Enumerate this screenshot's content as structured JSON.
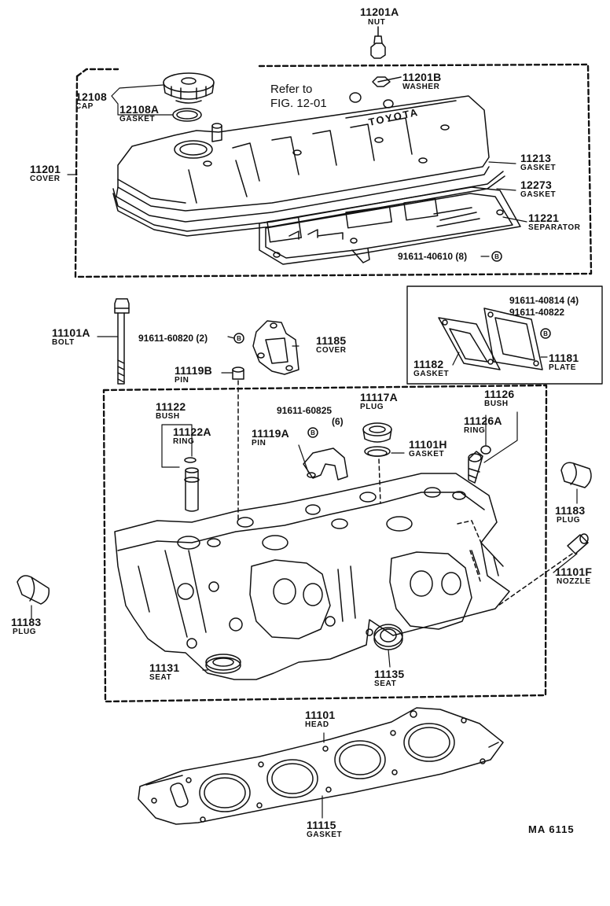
{
  "diagram": {
    "parts": [
      {
        "id": "p11201A",
        "number": "11201A",
        "name": "NUT"
      },
      {
        "id": "p11201B",
        "number": "11201B",
        "name": "WASHER"
      },
      {
        "id": "p12108",
        "number": "12108",
        "name": "CAP"
      },
      {
        "id": "p12108A",
        "number": "12108A",
        "name": "GASKET"
      },
      {
        "id": "p11201",
        "number": "11201",
        "name": "COVER"
      },
      {
        "id": "p11213",
        "number": "11213",
        "name": "GASKET"
      },
      {
        "id": "p12273",
        "number": "12273",
        "name": "GASKET"
      },
      {
        "id": "p11221",
        "number": "11221",
        "name": "SEPARATOR"
      },
      {
        "id": "p11101A",
        "number": "11101A",
        "name": "BOLT"
      },
      {
        "id": "p11185",
        "number": "11185",
        "name": "COVER"
      },
      {
        "id": "p11119B",
        "number": "11119B",
        "name": "PIN"
      },
      {
        "id": "p11182",
        "number": "11182",
        "name": "GASKET"
      },
      {
        "id": "p11181",
        "number": "11181",
        "name": "PLATE"
      },
      {
        "id": "p11122",
        "number": "11122",
        "name": "BUSH"
      },
      {
        "id": "p11122A",
        "number": "11122A",
        "name": "RING"
      },
      {
        "id": "p11117A",
        "number": "11117A",
        "name": "PLUG"
      },
      {
        "id": "p11126",
        "number": "11126",
        "name": "BUSH"
      },
      {
        "id": "p11126A",
        "number": "11126A",
        "name": "RING"
      },
      {
        "id": "p11119A",
        "number": "11119A",
        "name": "PIN"
      },
      {
        "id": "p11101H",
        "number": "11101H",
        "name": "GASKET"
      },
      {
        "id": "p11183R",
        "number": "11183",
        "name": "PLUG"
      },
      {
        "id": "p11101F",
        "number": "11101F",
        "name": "NOZZLE"
      },
      {
        "id": "p11183L",
        "number": "11183",
        "name": "PLUG"
      },
      {
        "id": "p11131",
        "number": "11131",
        "name": "SEAT"
      },
      {
        "id": "p11135",
        "number": "11135",
        "name": "SEAT"
      },
      {
        "id": "p11101",
        "number": "11101",
        "name": "HEAD"
      },
      {
        "id": "p11115",
        "number": "11115",
        "name": "GASKET"
      }
    ],
    "bolt_codes": [
      {
        "id": "b40610",
        "text": "91611-40610 (8)"
      },
      {
        "id": "b60820",
        "text": "91611-60820 (2)"
      },
      {
        "id": "b40814",
        "text": "91611-40814 (4)"
      },
      {
        "id": "b40822",
        "text": "91611-40822"
      },
      {
        "id": "b60825",
        "text": "91611-60825"
      },
      {
        "id": "b60825q",
        "text": "(6)"
      }
    ],
    "reference": {
      "line1": "Refer to",
      "line2": "FIG. 12-01"
    },
    "bolt_symbol": "B",
    "brand_mark": "TOYOTA",
    "figure_code": "MA  6115"
  }
}
